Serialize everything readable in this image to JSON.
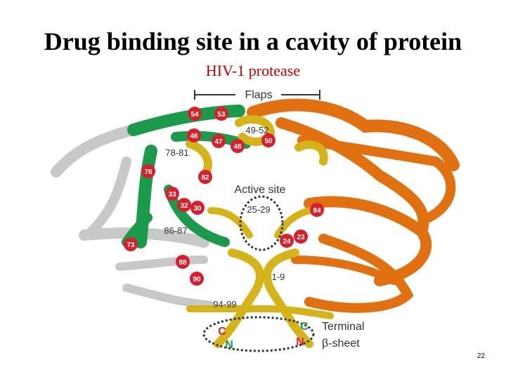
{
  "title": "Drug binding site in a cavity of protein",
  "subtitle": "HIV-1 protease",
  "page_number": "22",
  "labels": {
    "flaps": "Flaps",
    "active_site": "Active site",
    "terminal_line1": "Terminal",
    "terminal_line2": "β-sheet",
    "r49_52": "49-52",
    "r78_81": "78-81",
    "r25_29": "25-29",
    "r86_87": "86-87",
    "r1_9": "1-9",
    "r94_99": "94-99",
    "c_left": "C",
    "n_left": "N",
    "c_right": "C",
    "n_right": "N"
  },
  "residues": [
    "54",
    "53",
    "46",
    "47",
    "48",
    "50",
    "76",
    "82",
    "33",
    "32",
    "30",
    "84",
    "24",
    "23",
    "73",
    "88",
    "90"
  ],
  "colors": {
    "green": "#1a9a4a",
    "orange": "#e07010",
    "yellow": "#d4b41a",
    "grey": "#c8c8c8",
    "red_marker": "#d8202c",
    "title_red": "#c00000"
  }
}
